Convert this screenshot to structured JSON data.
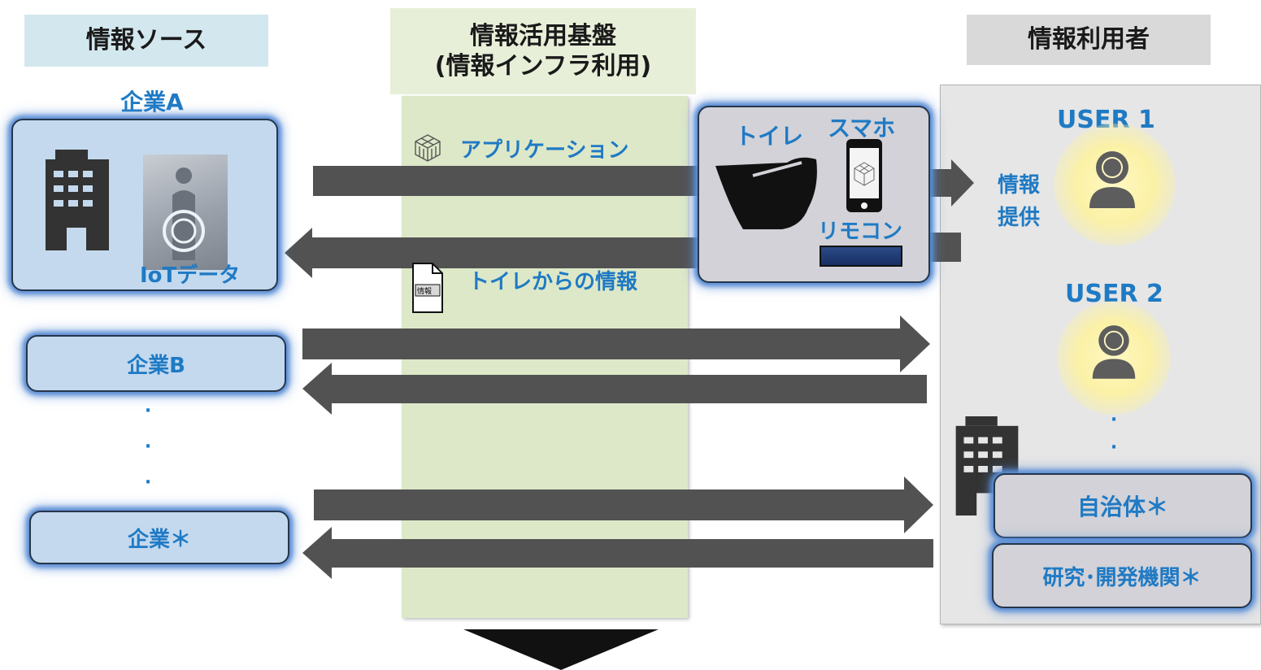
{
  "columns": {
    "source": "情報ソース",
    "platform_line1": "情報活用基盤",
    "platform_line2": "(情報インフラ利用)",
    "users": "情報利用者"
  },
  "company_a": {
    "label": "企業A",
    "iot_label": "IoTデータ"
  },
  "company_b": {
    "label": "企業B"
  },
  "company_any": {
    "label": "企業＊"
  },
  "platform": {
    "application": "アプリケーション",
    "toilet_info": "トイレからの情報",
    "doc_icon_label": "情報"
  },
  "device": {
    "toilet": "トイレ",
    "smartphone": "スマホ",
    "remote": "リモコン"
  },
  "info_provide": {
    "line1": "情報",
    "line2": "提供"
  },
  "users": {
    "user1": "USER 1",
    "user2": "USER 2",
    "municipality": "自治体＊",
    "research": "研究･開発機関＊"
  },
  "colors": {
    "accent_blue": "#1f7ac4",
    "source_header_bg": "#d3e7ee",
    "platform_bg": "#dde8c8",
    "users_header_bg": "#d9d9d9",
    "users_panel_bg": "#e6e6e6",
    "arrow": "#525252"
  },
  "icons": [
    "building-icon",
    "cube-icon",
    "document-icon",
    "toilet-icon",
    "smartphone-icon",
    "remote-icon",
    "user-icon",
    "down-arrow-icon"
  ]
}
